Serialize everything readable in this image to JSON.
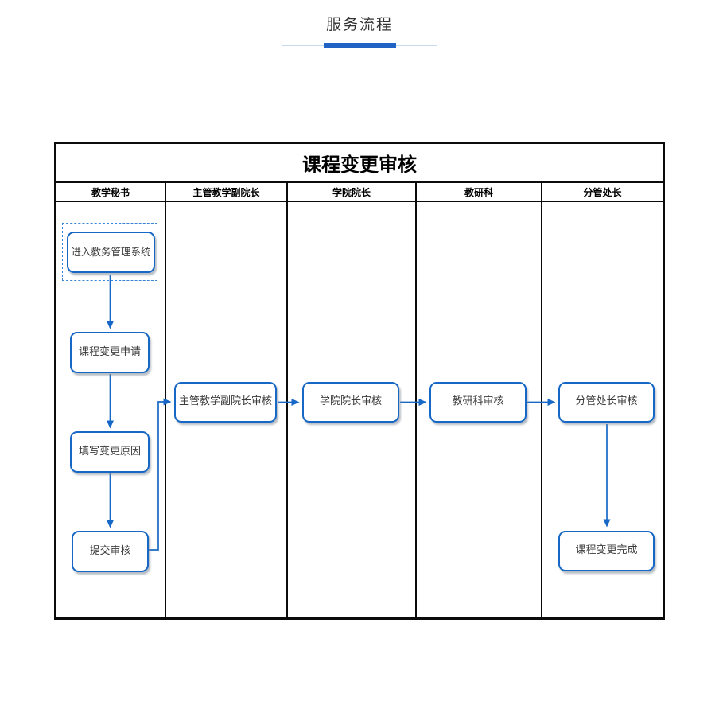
{
  "page": {
    "title": "服务流程"
  },
  "diagram": {
    "title": "课程变更审核",
    "lanes": [
      {
        "label": "教学秘书"
      },
      {
        "label": "主管教学副院长"
      },
      {
        "label": "学院院长"
      },
      {
        "label": "教研科"
      },
      {
        "label": "分管处长"
      }
    ],
    "nodes": [
      {
        "id": "enter-system",
        "label": "进入教务管理系统",
        "lane": "教学秘书",
        "start": true
      },
      {
        "id": "change-request",
        "label": "课程变更申请",
        "lane": "教学秘书"
      },
      {
        "id": "fill-reason",
        "label": "填写变更原因",
        "lane": "教学秘书"
      },
      {
        "id": "submit-review",
        "label": "提交审核",
        "lane": "教学秘书"
      },
      {
        "id": "vice-dean-review",
        "label": "主管教学副院长审核",
        "lane": "主管教学副院长"
      },
      {
        "id": "dean-review",
        "label": "学院院长审核",
        "lane": "学院院长"
      },
      {
        "id": "research-review",
        "label": "教研科审核",
        "lane": "教研科"
      },
      {
        "id": "director-review",
        "label": "分管处长审核",
        "lane": "分管处长"
      },
      {
        "id": "change-complete",
        "label": "课程变更完成",
        "lane": "分管处长"
      }
    ],
    "flow": [
      "进入教务管理系统 → 课程变更申请",
      "课程变更申请 → 填写变更原因",
      "填写变更原因 → 提交审核",
      "提交审核 → 主管教学副院长审核",
      "主管教学副院长审核 → 学院院长审核",
      "学院院长审核 → 教研科审核",
      "教研科审核 → 分管处长审核",
      "分管处长审核 → 课程变更完成"
    ],
    "colors": {
      "node_border": "#1768c6",
      "connector": "#1768c6",
      "accent_bar": "#2063c5",
      "divider_track": "#c9d9ec",
      "table_border": "#0b0b0b"
    }
  }
}
